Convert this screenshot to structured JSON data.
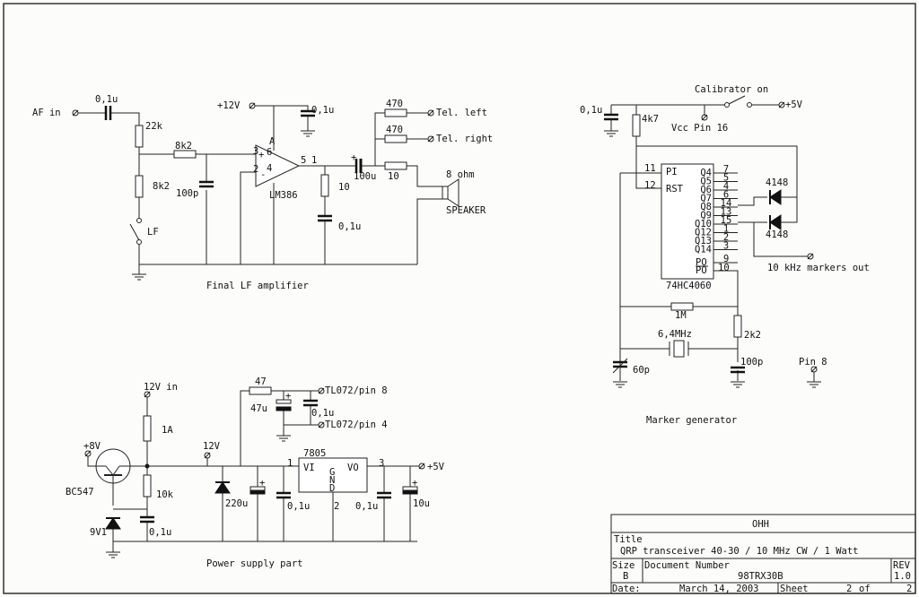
{
  "sheet": {
    "background": "#fcfdfb",
    "line_color": "#222222"
  },
  "amplifier": {
    "caption": "Final LF amplifier",
    "af_in": "AF in",
    "c_in": "0,1u",
    "r_22k": "22k",
    "r_8k2_top": "8k2",
    "r_8k2_side": "8k2",
    "c_100p": "100p",
    "switch_lf": "LF",
    "supply": "+12V",
    "c_supply": "0,1u",
    "ic_name": "LM386",
    "pin_plus": "3",
    "pin_minus": "2",
    "pin_6": "6",
    "pin_4": "4",
    "pin_5": "5",
    "pin_1": "1",
    "pin_a": "A",
    "r_10_shunt": "10",
    "c_0u1_shunt": "0,1u",
    "c_out": "100u",
    "r_out": "10",
    "r_tel_left": "470",
    "r_tel_right": "470",
    "tel_left": "Tel. left",
    "tel_right": "Tel. right",
    "speaker_imp": "8 ohm",
    "speaker": "SPEAKER"
  },
  "marker": {
    "caption": "Marker generator",
    "cal_on": "Calibrator on",
    "supply": "+5V",
    "c_dec": "0,1u",
    "r_4k7": "4k7",
    "vcc_pin": "Vcc Pin 16",
    "ic_name": "74HC4060",
    "left_pins": [
      {
        "num": "11",
        "name": "PI"
      },
      {
        "num": "12",
        "name": "RST"
      }
    ],
    "outputs": [
      {
        "name": "Q4",
        "pin": "7"
      },
      {
        "name": "Q5",
        "pin": "5"
      },
      {
        "name": "Q6",
        "pin": "4"
      },
      {
        "name": "Q7",
        "pin": "6"
      },
      {
        "name": "Q8",
        "pin": "14"
      },
      {
        "name": "Q9",
        "pin": "13"
      },
      {
        "name": "Q10",
        "pin": "15"
      },
      {
        "name": "Q12",
        "pin": "1"
      },
      {
        "name": "Q13",
        "pin": "2"
      },
      {
        "name": "Q14",
        "pin": "3"
      }
    ],
    "po": {
      "name": "PO",
      "pin": "9"
    },
    "po_n": {
      "name": "PO",
      "pin": "10"
    },
    "diode_1": "4148",
    "diode_2": "4148",
    "marker_out": "10 kHz markers out",
    "r_1m": "1M",
    "crystal": "6,4MHz",
    "r_2k2": "2k2",
    "c_60p": "60p",
    "c_100p": "100p",
    "pin8": "Pin 8"
  },
  "power": {
    "caption": "Power supply part",
    "in": "12V in",
    "fuse": "1A",
    "plus8v": "+8V",
    "transistor": "BC547",
    "r_10k": "10k",
    "zener": "9V1",
    "c_0u1_a": "0,1u",
    "node_12v": "12V",
    "c_220u": "220u",
    "r_47": "47",
    "c_47u": "47u",
    "c_0u1_b": "0,1u",
    "tl_pin8": "TL072/pin 8",
    "tl_pin4": "TL072/pin 4",
    "reg": "7805",
    "reg_vi": "VI",
    "reg_vo": "VO",
    "reg_gnd": [
      "G",
      "N",
      "D"
    ],
    "reg_pin1": "1",
    "reg_pin2": "2",
    "reg_pin3": "3",
    "c_0u1_c": "0,1u",
    "c_0u1_d": "0,1u",
    "c_10u": "10u",
    "out_5v": "+5V"
  },
  "title_block": {
    "company": "OHH",
    "title_label": "Title",
    "title": "QRP transceiver 40-30 / 10 MHz CW / 1 Watt",
    "size_label": "Size",
    "size": "B",
    "docnum_label": "Document Number",
    "docnum": "98TRX30B",
    "rev_label": "REV",
    "rev": "1.0",
    "date_label": "Date:",
    "date": "March 14, 2003",
    "sheet_label": "Sheet",
    "sheet_num": "2",
    "sheet_of": "of",
    "sheet_total": "2"
  }
}
